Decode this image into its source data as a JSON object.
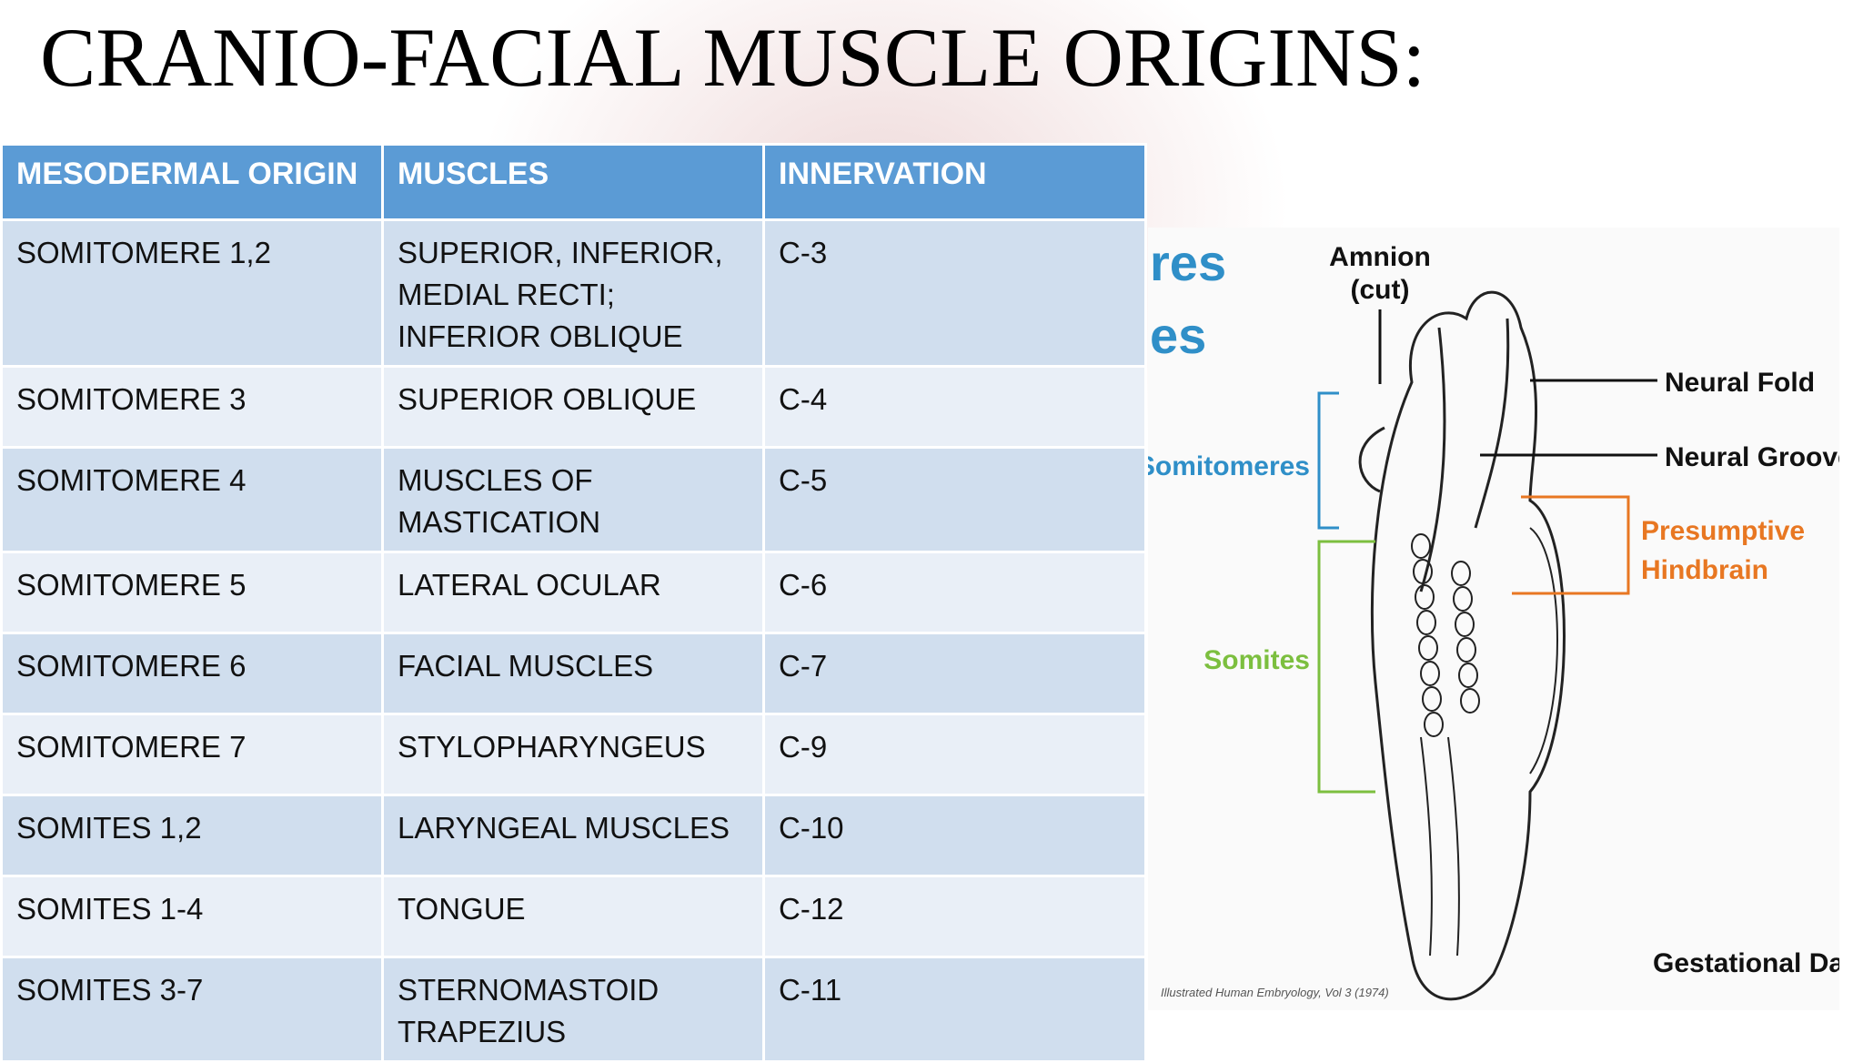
{
  "title": "CRANIO-FACIAL MUSCLE ORIGINS:",
  "table": {
    "headers": [
      "MESODERMAL ORIGIN",
      "MUSCLES",
      "INNERVATION"
    ],
    "rows": [
      [
        "SOMITOMERE 1,2",
        "SUPERIOR, INFERIOR, MEDIAL RECTI; INFERIOR OBLIQUE",
        "C-3"
      ],
      [
        "SOMITOMERE 3",
        "SUPERIOR OBLIQUE",
        "C-4"
      ],
      [
        "SOMITOMERE 4",
        "MUSCLES OF MASTICATION",
        "C-5"
      ],
      [
        "SOMITOMERE 5",
        "LATERAL OCULAR",
        "C-6"
      ],
      [
        "SOMITOMERE 6",
        "FACIAL MUSCLES",
        "C-7"
      ],
      [
        "SOMITOMERE 7",
        "STYLOPHARYNGEUS",
        "C-9"
      ],
      [
        "SOMITES 1,2",
        "LARYNGEAL MUSCLES",
        "C-10"
      ],
      [
        "SOMITES 1-4",
        "TONGUE",
        "C-12"
      ],
      [
        "SOMITES 3-7",
        "STERNOMASTOID TRAPEZIUS",
        "C-11"
      ]
    ]
  },
  "diagram": {
    "partial_top": "res",
    "partial_bottom": "es",
    "amnion_line1": "Amnion",
    "amnion_line2": "(cut)",
    "somitomeres": "Somitomeres",
    "somites": "Somites",
    "neural_fold": "Neural Fold",
    "neural_groove": "Neural Groove",
    "hindbrain_line1": "Presumptive",
    "hindbrain_line2": "Hindbrain",
    "gestational": "Gestational Day",
    "credit": "Illustrated Human Embryology, Vol 3 (1974)",
    "colors": {
      "somitomeres": "#2f8fc8",
      "somites": "#7cbf3f",
      "hindbrain": "#e87722",
      "header": "#5b9bd5"
    }
  }
}
